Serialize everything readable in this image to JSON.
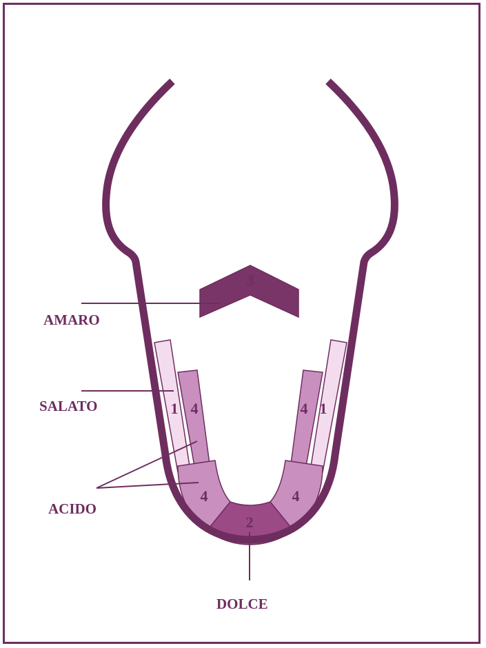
{
  "labels": {
    "amaro": "AMARO",
    "salato": "SALATO",
    "acido": "ACIDO",
    "dolce": "DOLCE"
  },
  "zones": {
    "bitter": "3",
    "salt_left": "1",
    "salt_right": "1",
    "sour_left_inner": "4",
    "sour_right_inner": "4",
    "sour_left_low": "4",
    "sour_right_low": "4",
    "sweet": "2"
  },
  "colors": {
    "outline": "#6e2d5f",
    "salt_zone": "#f4dcef",
    "sour_zone": "#c98fbf",
    "sweet_zone": "#9b4a86",
    "bitter_zone": "#7a3568"
  }
}
